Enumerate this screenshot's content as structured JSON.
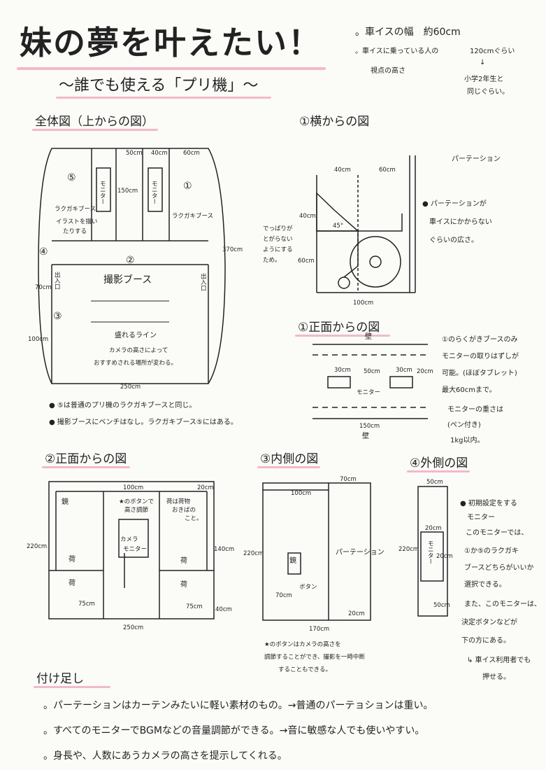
{
  "title": "妹の夢を叶えたい！",
  "subtitle": "〜誰でも使える「プリ機」〜",
  "top_notes": {
    "width": "。車イスの幅　約60cm",
    "eye_height": "。車イスに乗っている人の",
    "eye_height2": "視点の高さ",
    "eye_value": "120cmぐらい",
    "arrow": "↓",
    "grade1": "小学2年生と",
    "grade2": "同じぐらい。"
  },
  "overview": {
    "heading": "全体図（上からの図）",
    "dim_50": "50cm",
    "dim_40": "40cm",
    "dim_60": "60cm",
    "dim_150": "150cm",
    "dim_370": "370cm",
    "dim_70": "70cm",
    "dim_100": "100cm",
    "dim_250": "250cm",
    "num1": "①",
    "num2": "②",
    "num3": "③",
    "num4": "④",
    "num5": "⑤",
    "monitor": "モニター",
    "graffiti1": "ラクガキブース",
    "graffiti5": "ラクガキブース",
    "illust1": "イラストを描い",
    "illust2": "たりする",
    "booth": "撮影ブース",
    "exit_l": "出入口",
    "exit_r": "出入口",
    "line1": "盛れるライン",
    "line2": "カメラの高さによって",
    "line3": "おすすめされる場所が変わる。",
    "note1": "● ⑤は普通のプリ機のラクガキブースと同じ。",
    "note2": "● 撮影ブースにベンチはなし。ラクガキブース⑤にはある。"
  },
  "side_view": {
    "heading": "①横からの図",
    "partition": "パーテーション",
    "dim_40": "40cm",
    "dim_60": "60cm",
    "dim_40b": "40cm",
    "dim_60b": "60cm",
    "angle": "45°",
    "dim_100": "100cm",
    "lean1": "でっぱりが",
    "lean2": "とがらない",
    "lean3": "ようにする",
    "lean4": "ため。",
    "note1": "● パーテーションが",
    "note2": "車イスにかからない",
    "note3": "ぐらいの広さ。"
  },
  "front_view1": {
    "heading": "①正面からの図",
    "wall_top": "壁",
    "wall_bottom": "壁",
    "dim_30a": "30cm",
    "dim_50": "50cm",
    "dim_30b": "30cm",
    "dim_20": "20cm",
    "monitor": "モニター",
    "dim_150": "150cm",
    "note1": "①のらくがきブースのみ",
    "note2": "モニターの取りはずしが",
    "note3": "可能。(ほぼタブレット)",
    "note4": "最大60cmまで。",
    "note5": "モニターの重さは",
    "note6": "(ペン付き)",
    "note7": "1kg以内。"
  },
  "front_view2": {
    "heading": "②正面からの図",
    "dim_100": "100cm",
    "dim_20": "20cm",
    "dim_220": "220cm",
    "dim_140": "140cm",
    "dim_40": "40cm",
    "dim_75a": "75cm",
    "dim_75b": "75cm",
    "dim_250": "250cm",
    "mirror": "鏡",
    "baggage1": "荷",
    "baggage2": "荷",
    "baggage3": "荷",
    "baggage4": "荷",
    "button1": "★のボタンで",
    "button2": "高さ調節",
    "cam": "カメラ",
    "monitor": "モニター",
    "lug1": "荷は荷物",
    "lug2": "おきばの",
    "lug3": "こと。"
  },
  "inside_view": {
    "heading": "③内側の図",
    "dim_70": "70cm",
    "dim_100": "100cm",
    "dim_220": "220cm",
    "dim_70b": "70cm",
    "dim_20": "20cm",
    "dim_170": "170cm",
    "mirror": "鏡",
    "button": "ボタン",
    "partition": "パーテーション",
    "note1": "★のボタンはカメラの高さを",
    "note2": "調節することができ、撮影を一時中断",
    "note3": "することもできる。"
  },
  "outside_view": {
    "heading": "④外側の図",
    "dim_50": "50cm",
    "dim_220": "220cm",
    "dim_20a": "20cm",
    "dim_20b": "20cm",
    "dim_50b": "50cm",
    "monitor": "モニター",
    "note1": "● 初期設定をする",
    "note2": "モニター",
    "note3": "このモニターでは、",
    "note4": "①か⑤のラクガキ",
    "note5": "ブースどちらがいいか",
    "note6": "選択できる。",
    "note7": "また、このモニターは、",
    "note8": "決定ボタンなどが",
    "note9": "下の方にある。",
    "note10": "↳ 車イス利用者でも",
    "note11": "押せる。"
  },
  "addendum": {
    "heading": "付け足し",
    "line1": "。パーテーションはカーテンみたいに軽い素材のもの。→普通のパーテョションは重い。",
    "line2": "。すべてのモニターでBGMなどの音量調節ができる。→音に敏感な人でも使いやすい。",
    "line3": "。身長や、人数にあうカメラの高さを提示してくれる。"
  },
  "colors": {
    "highlight": "#f2b9cc",
    "ink": "#222222"
  }
}
